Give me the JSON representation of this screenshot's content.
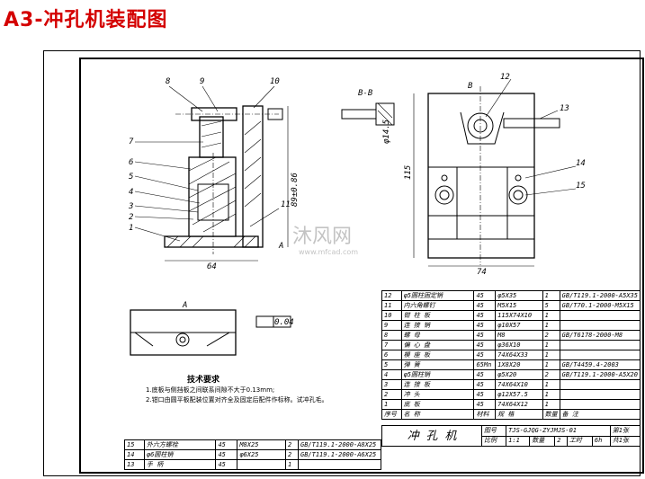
{
  "title": "A3-冲孔机装配图",
  "views": {
    "section_label": "B-B",
    "section_arrow": "B",
    "detail_label": "A",
    "flatness": "0.04",
    "dim_width_main": "64",
    "dim_height_main": "89±0.86",
    "dim_width_side": "74",
    "dim_height_side": "115",
    "dim_small": "φ14.5",
    "balloons_left": [
      "8",
      "9",
      "10",
      "7",
      "6",
      "5",
      "4",
      "3",
      "2",
      "1",
      "11"
    ],
    "balloons_right": [
      "12",
      "13",
      "14",
      "15"
    ]
  },
  "tech_req": {
    "heading": "技术要求",
    "line1": "1.底板与侧挡板之间联系间隙不大于0.13mm;",
    "line2": "2.钳口由圆平板配装位置对齐全及固定后配件作标称。试冲孔毛。"
  },
  "watermark": {
    "text": "沐风网",
    "url": "www.mfcad.com"
  },
  "bom_upper": [
    [
      "12",
      "φ5圆柱固定销",
      "45",
      "φ5X35",
      "1",
      "GB/T119.1-2000-A5X35"
    ],
    [
      "11",
      "内六角螺钉",
      "45",
      "M5X15",
      "5",
      "GB/T70.1-2000-M5X15"
    ],
    [
      "10",
      "钳 柱 板",
      "45",
      "115X74X10",
      "1",
      ""
    ],
    [
      "9",
      "连 接 销",
      "45",
      "φ10X57",
      "1",
      ""
    ],
    [
      "8",
      "螺 母",
      "45",
      "M8",
      "2",
      "GB/T6178-2000-M8"
    ],
    [
      "7",
      "偏 心 盘",
      "45",
      "φ36X10",
      "1",
      ""
    ],
    [
      "6",
      "模 座 板",
      "45",
      "74X64X33",
      "1",
      ""
    ],
    [
      "5",
      "弹 簧",
      "65Mn",
      "1X8X20",
      "1",
      "GB/T4459.4-2003"
    ],
    [
      "4",
      "φ5圆柱销",
      "45",
      "φ5X20",
      "2",
      "GB/T119.1-2000-A5X20"
    ],
    [
      "3",
      "连 接 板",
      "45",
      "74X64X10",
      "1",
      ""
    ],
    [
      "2",
      "冲 头",
      "45",
      "φ12X57.5",
      "1",
      ""
    ],
    [
      "1",
      "底 板",
      "45",
      "74X64X12",
      "1",
      ""
    ]
  ],
  "bom_header": [
    "序号",
    "名 称",
    "材料",
    "规 格",
    "数量",
    "备 注"
  ],
  "title_block": {
    "name": "冲 孔 机",
    "drawing_no_label": "图号",
    "drawing_no": "TJS-GJQG-ZYJMJS-01",
    "sheet": "第1张",
    "scale_label": "比例",
    "scale": "1:1",
    "qty_label": "数量",
    "qty": "2",
    "hours_label": "工时",
    "hours": "6h",
    "total": "共1张"
  },
  "bom_lower": [
    [
      "15",
      "外六方螺栓",
      "45",
      "M8X25",
      "2",
      "GB/T119.1-2000-A8X25"
    ],
    [
      "14",
      "φ6圆柱销",
      "45",
      "φ6X25",
      "2",
      "GB/T119.1-2000-A6X25"
    ],
    [
      "13",
      "手 柄",
      "45",
      "",
      "1",
      ""
    ]
  ]
}
